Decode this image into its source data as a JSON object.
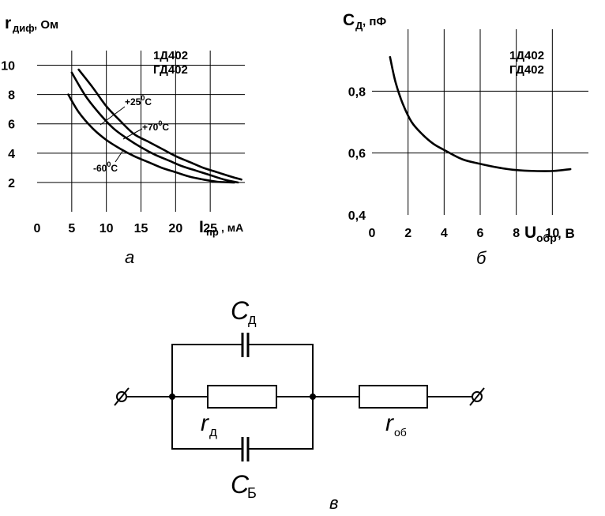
{
  "chart_data": [
    {
      "type": "line",
      "panel_label": "а",
      "ylabel_main": "r",
      "ylabel_sub": "диф",
      "ylabel_unit": ", Ом",
      "xlabel_main": "I",
      "xlabel_sub": "пр",
      "xlabel_unit": ", мА",
      "legend_lines": [
        "1Д402",
        "ГД402"
      ],
      "xlim": [
        0,
        30
      ],
      "ylim": [
        0,
        11
      ],
      "x_ticks": [
        0,
        5,
        10,
        15,
        20,
        25
      ],
      "y_ticks": [
        2,
        4,
        6,
        8,
        10
      ],
      "x_tick_labels": [
        "0",
        "5",
        "10",
        "15",
        "20",
        "25"
      ],
      "y_tick_labels": [
        "2",
        "4",
        "6",
        "8",
        "10"
      ],
      "grid": true,
      "series": [
        {
          "name": "+25°C",
          "name_base": "+25",
          "name_sup": "0",
          "name_unit": "C",
          "x": [
            6,
            8,
            10,
            12,
            14,
            16,
            18,
            20,
            22,
            24,
            26,
            28,
            29.5
          ],
          "y": [
            9.7,
            8.5,
            7.2,
            6.2,
            5.3,
            4.8,
            4.3,
            3.8,
            3.4,
            3.0,
            2.7,
            2.4,
            2.2
          ]
        },
        {
          "name": "+70°C",
          "name_base": "+70",
          "name_sup": "0",
          "name_unit": "C",
          "x": [
            5,
            7,
            9,
            11,
            13,
            15,
            17,
            19,
            21,
            23,
            25,
            27,
            29
          ],
          "y": [
            9.5,
            7.9,
            6.7,
            5.7,
            5.0,
            4.4,
            3.9,
            3.5,
            3.1,
            2.8,
            2.5,
            2.2,
            2.0
          ]
        },
        {
          "name": "-60°C",
          "name_base": "-60",
          "name_sup": "0",
          "name_unit": "C",
          "x": [
            4.5,
            6,
            8,
            10,
            12,
            14,
            16,
            18,
            20,
            22,
            24,
            26,
            28.5
          ],
          "y": [
            8.0,
            6.8,
            5.7,
            4.9,
            4.3,
            3.8,
            3.4,
            3.0,
            2.7,
            2.4,
            2.2,
            2.05,
            2.0
          ]
        }
      ]
    },
    {
      "type": "line",
      "panel_label": "б",
      "ylabel_main": "C",
      "ylabel_sub": "Д",
      "ylabel_unit": ", пФ",
      "xlabel_main": "U",
      "xlabel_sub": "обр",
      "xlabel_unit": ", В",
      "legend_lines": [
        "1Д402",
        "ГД402"
      ],
      "xlim": [
        0,
        12
      ],
      "ylim": [
        0.4,
        1.0
      ],
      "x_ticks": [
        0,
        2,
        4,
        6,
        8,
        10
      ],
      "y_ticks": [
        0.4,
        0.6,
        0.8
      ],
      "x_tick_labels": [
        "0",
        "2",
        "4",
        "6",
        "8",
        "10"
      ],
      "y_tick_labels": [
        "0,4",
        "0,6",
        "0,8"
      ],
      "grid": true,
      "series": [
        {
          "x": [
            1.0,
            1.3,
            1.7,
            2.2,
            2.8,
            3.4,
            4.0,
            5.0,
            6.0,
            7.0,
            8.0,
            9.0,
            10.0,
            11.0
          ],
          "y": [
            0.91,
            0.83,
            0.76,
            0.7,
            0.66,
            0.63,
            0.61,
            0.58,
            0.565,
            0.553,
            0.545,
            0.542,
            0.542,
            0.548
          ]
        }
      ]
    }
  ],
  "circuit": {
    "panel_label": "в",
    "c_d_main": "C",
    "c_d_sub": "д",
    "c_b_main": "C",
    "c_b_sub": "Б",
    "r_d_main": "r",
    "r_d_sub": "д",
    "r_ob_main": "r",
    "r_ob_sub": "об"
  }
}
